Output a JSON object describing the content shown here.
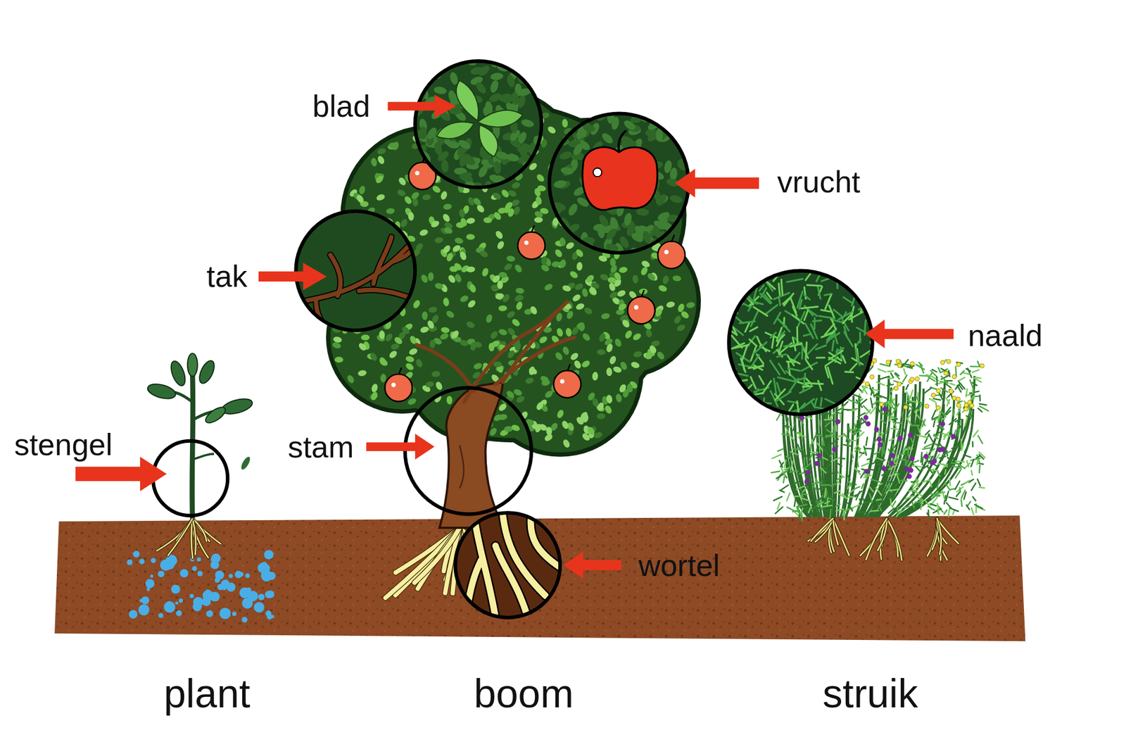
{
  "diagram": {
    "labels": [
      "blad",
      "vrucht",
      "tak",
      "naald",
      "stengel",
      "stam",
      "wortel",
      "plant",
      "boom",
      "struik"
    ]
  }
}
